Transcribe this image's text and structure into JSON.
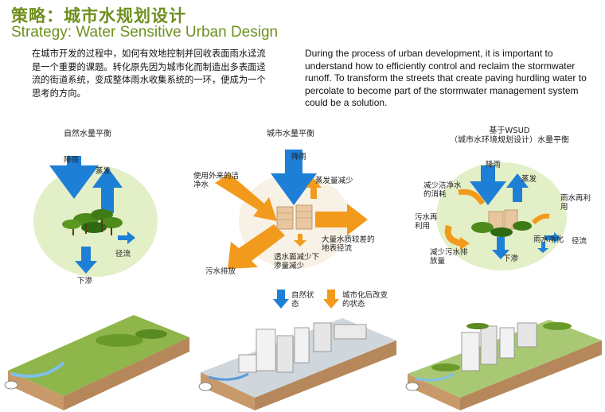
{
  "header": {
    "title_cn": "策略：城市水规划设计",
    "title_en": "Strategy: Water Sensitive Urban Design"
  },
  "intro": {
    "cn": "在城市开发的过程中，如何有效地控制并回收表面雨水迳流是一个重要的课题。转化原先因为城市化而制造出多表面迳流的街道系统，变成整体雨水收集系统的一环，便成为一个思考的方向。",
    "en": "During the process of urban development, it is important to understand how to efficiently control and reclaim the stormwater runoff. To transform the streets that create paving hurdling water to percolate to become part of the stormwater management system could be a solution."
  },
  "panel_natural": {
    "title": "自然水量平衡",
    "rain": "降雨",
    "evaporation": "蒸发",
    "runoff": "径流",
    "infiltration": "下渗"
  },
  "panel_urban": {
    "title": "城市水量平衡",
    "rain": "降雨",
    "external_water": "使用外来的洁净水",
    "evaporation_reduced": "蒸发量减少",
    "surface_runoff": "大量水质较差的地表径流",
    "infiltration_reduced": "透水面减少下渗量减少",
    "sewage": "污水排放"
  },
  "panel_wsud": {
    "title_line1": "基于WSUD",
    "title_line2": "（城市水环境规划设计）水量平衡",
    "rain": "降雨",
    "evaporation": "蒸发",
    "reduce_clean_water": "减少洁净水的消耗",
    "rain_reuse": "雨水再利用",
    "sewage_reuse": "污水再利用",
    "reduce_sewage": "减少污水排放量",
    "rain_purification": "雨水净化",
    "runoff": "径流",
    "infiltration": "下渗"
  },
  "legend": {
    "natural_state": "自然状态",
    "improved_state": "城市化后改变的状态"
  },
  "colors": {
    "title_green": "#6f8f1e",
    "natural_blue": "#1e7fd6",
    "urban_orange": "#f29a1b",
    "halo_green": "#dcebb9",
    "soil": "#c89a6a"
  }
}
